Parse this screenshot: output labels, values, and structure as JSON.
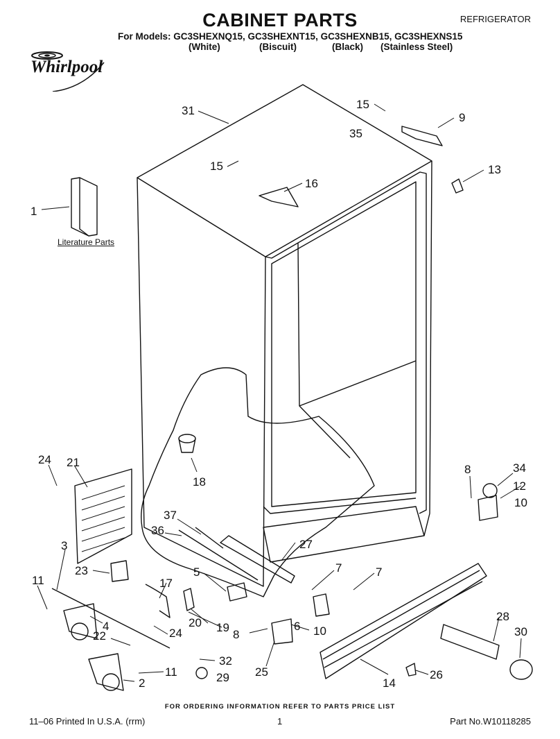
{
  "header": {
    "title": "CABINET PARTS",
    "category": "REFRIGERATOR",
    "models_line": "For Models: GC3SHEXNQ15, GC3SHEXNT15, GC3SHEXNB15, GC3SHEXNS15",
    "finishes": [
      "(White)",
      "(Biscuit)",
      "(Black)",
      "(Stainless Steel)"
    ],
    "brand": "Whirlpool"
  },
  "diagram": {
    "literature_label": "Literature Parts",
    "callouts": [
      "31",
      "15",
      "35",
      "9",
      "13",
      "15",
      "16",
      "1",
      "24",
      "21",
      "18",
      "8",
      "34",
      "12",
      "10",
      "37",
      "36",
      "27",
      "3",
      "23",
      "5",
      "7",
      "7",
      "11",
      "17",
      "20",
      "19",
      "6",
      "10",
      "28",
      "30",
      "4",
      "24",
      "8",
      "22",
      "32",
      "25",
      "26",
      "14",
      "11",
      "29",
      "2"
    ]
  },
  "footer": {
    "order_note": "FOR ORDERING INFORMATION REFER TO PARTS PRICE LIST",
    "printed": "11–06 Printed In U.S.A. (rrm)",
    "page_number": "1",
    "part_number": "Part No.W10118285"
  }
}
